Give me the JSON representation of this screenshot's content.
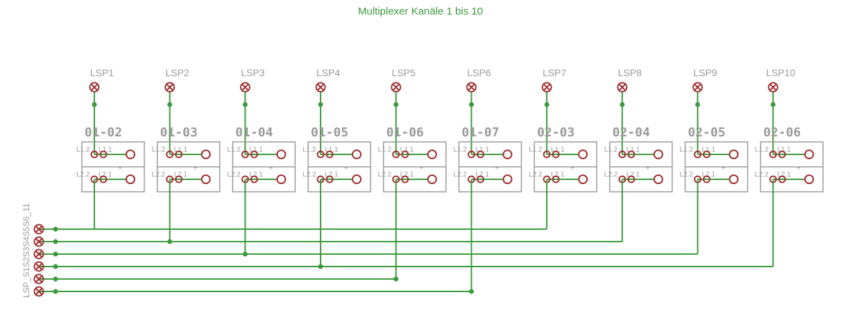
{
  "title": "Multiplexer Kanäle 1 bis 10",
  "speakers": [
    "LSP1",
    "LSP2",
    "LSP3",
    "LSP4",
    "LSP5",
    "LSP6",
    "LSP7",
    "LSP8",
    "LSP9",
    "LSP10"
  ],
  "relays": [
    "01-02",
    "01-03",
    "01-04",
    "01-05",
    "01-06",
    "01-07",
    "02-03",
    "02-04",
    "02-05",
    "02-06"
  ],
  "pin_labels": {
    "top_left": "L1.2",
    "top_right": "L1.1",
    "bottom_left": "L2.2",
    "bottom_right": "L2.1",
    "plus": "+"
  },
  "side_connector_label": "LSP_S1S2S3S4S5S6_11",
  "colors": {
    "wire": "#3c9a3c",
    "pad": "#a03030",
    "label": "#9a9a9a"
  }
}
